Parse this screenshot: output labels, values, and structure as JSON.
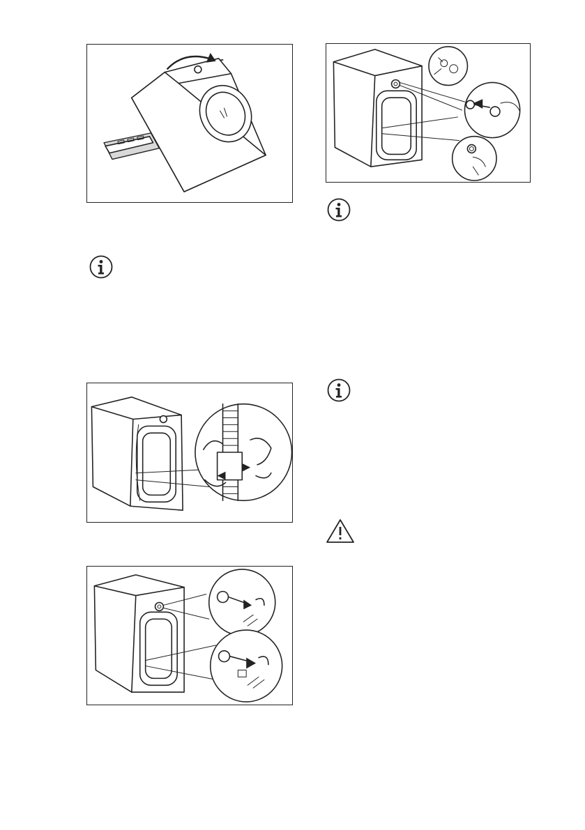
{
  "figures": [
    {
      "id": "fig-tilt",
      "icon": "washing-machine-tilted-illustration"
    },
    {
      "id": "fig-remove-hose",
      "icon": "hose-clip-removal-illustration"
    },
    {
      "id": "fig-remove-bolts",
      "icon": "transit-bolt-removal-illustration"
    },
    {
      "id": "fig-insert-caps",
      "icon": "plastic-cap-insertion-illustration"
    }
  ],
  "notes": [
    {
      "type": "info",
      "icon": "info-icon"
    },
    {
      "type": "info",
      "icon": "info-icon"
    },
    {
      "type": "info",
      "icon": "info-icon"
    },
    {
      "type": "warning",
      "icon": "warning-triangle-icon"
    }
  ]
}
